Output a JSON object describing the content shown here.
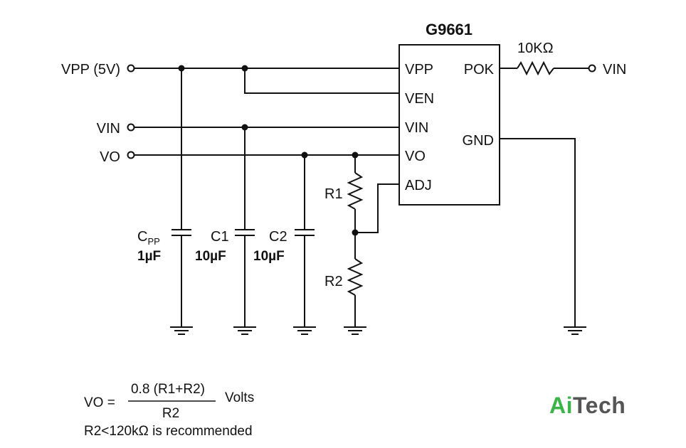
{
  "chip": {
    "name": "G9661",
    "pins_left": [
      "VPP",
      "VEN",
      "VIN",
      "VO",
      "ADJ"
    ],
    "pins_right": [
      "POK",
      "GND"
    ]
  },
  "terminals": {
    "vpp": "VPP (5V)",
    "vin": "VIN",
    "vo": "VO",
    "vin_out": "VIN"
  },
  "components": {
    "pullup_resistor": "10KΩ",
    "cpp_label": "C",
    "cpp_sub": "PP",
    "cpp_value": "1µF",
    "c1_label": "C1",
    "c1_value": "10µF",
    "c2_label": "C2",
    "c2_value": "10µF",
    "r1_label": "R1",
    "r2_label": "R2"
  },
  "formula": {
    "lhs": "VO =",
    "numerator": "0.8 (R1+R2)",
    "denominator": "R2",
    "unit": "Volts",
    "note": "R2<120kΩ is recommended"
  },
  "logo": {
    "part1": "Ai",
    "part2": "Tech",
    "color_primary": "#3bb54a",
    "color_secondary": "#555555"
  }
}
